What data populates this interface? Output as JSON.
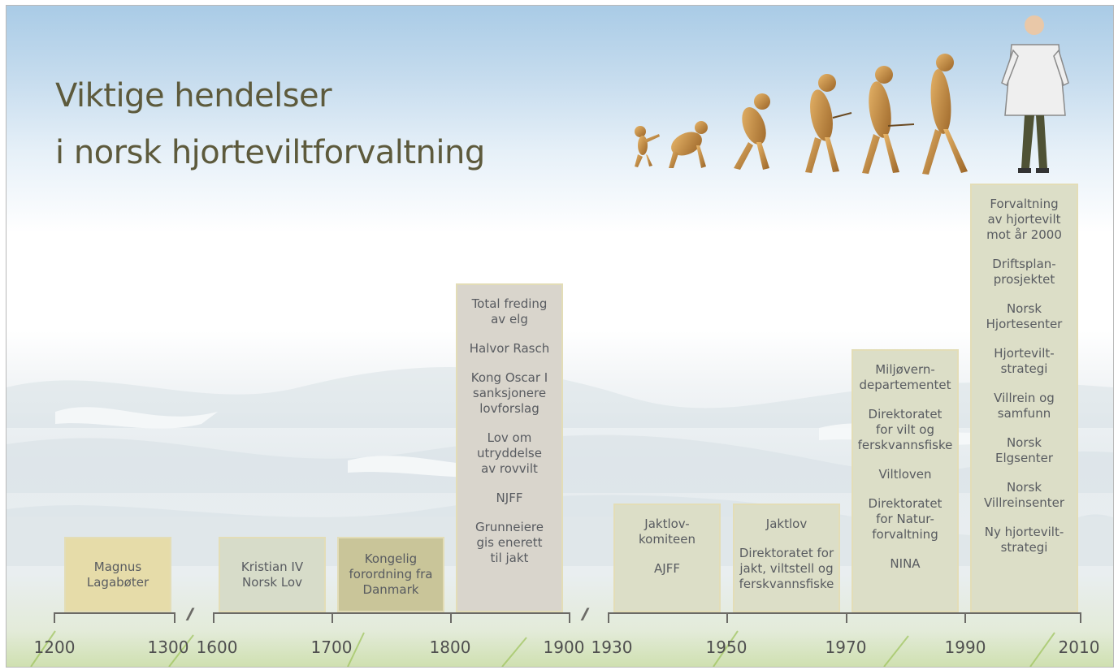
{
  "title": [
    "Viktige hendelser",
    "i norsk hjorteviltforvaltning"
  ],
  "timeline": {
    "labels": [
      "1200",
      "1300",
      "1600",
      "1700",
      "1800",
      "1900",
      "1930",
      "1950",
      "1970",
      "1990",
      "2010"
    ],
    "break_symbol": "//"
  },
  "boxes": [
    {
      "items": [
        "Magnus\nLagabøter"
      ]
    },
    {
      "items": [
        "Kristian IV\nNorsk Lov"
      ]
    },
    {
      "items": [
        "Kongelig\nforordning fra\nDanmark"
      ]
    },
    {
      "items": [
        "Total freding\nav elg",
        "Halvor Rasch",
        "Kong Oscar I\nsanksjonere\nlovforslag",
        "Lov om\nutryddelse\nav rovvilt",
        "NJFF",
        "Grunneiere\ngis enerett\ntil jakt"
      ]
    },
    {
      "items": [
        "Jaktlov-\nkomiteen",
        "AJFF"
      ]
    },
    {
      "items": [
        "Jaktlov",
        "Direktoratet for\njakt, viltstell og\nferskvannsfiske"
      ]
    },
    {
      "items": [
        "Miljøvern-\ndepartementet",
        "Direktoratet\nfor vilt og\nferskvannsfiske",
        "Viltloven",
        "Direktoratet\nfor Natur-\nforvaltning",
        "NINA"
      ]
    },
    {
      "items": [
        "Forvaltning\nav hjortevilt\nmot år 2000",
        "Driftsplan-\nprosjektet",
        "Norsk\nHjortesenter",
        "Hjortevilt-\nstrategi",
        "Villrein og\nsamfunn",
        "Norsk\nElgsenter",
        "Norsk\nVillreinsenter",
        "Ny hjortevilt-\nstrategi"
      ]
    }
  ],
  "colors": {
    "title": "#5d5a3c",
    "box_fills": [
      "#e6dca9",
      "#d7dcc9",
      "#c9c599",
      "#d9d5cc",
      "#dcdec7",
      "#dcdec7",
      "#dcdec7",
      "#dcdec7"
    ],
    "box_border": "#e3ddb7",
    "axis": "#6b6a66"
  },
  "illustration": "evolution-of-man-icon"
}
